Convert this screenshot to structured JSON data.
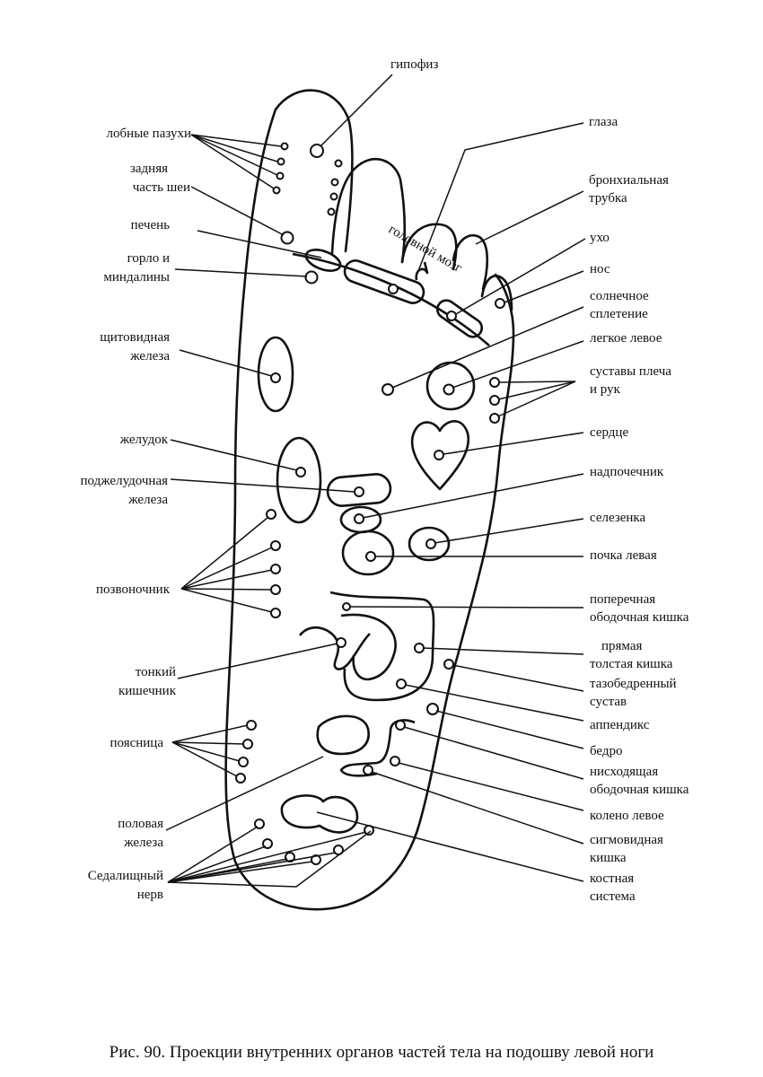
{
  "labels": {
    "gipofiz": "гипофиз",
    "glaza": "глаза",
    "lobnye_1": "лобные пазухи",
    "zadnyaya_1": "задняя",
    "zadnyaya_2": "часть шеи",
    "bronh_1": "бронхиальная",
    "bronh_2": "трубка",
    "pechen": "печень",
    "uho": "ухо",
    "gorlo_1": "горло и",
    "gorlo_2": "миндалины",
    "nos": "нос",
    "solnech_1": "солнечное",
    "solnech_2": "сплетение",
    "shchit_1": "щитовидная",
    "shchit_2": "железа",
    "legkoe": "легкое левое",
    "sustavy_1": "суставы плеча",
    "sustavy_2": "и рук",
    "serdce": "сердце",
    "zheludok": "желудок",
    "nadpochechnik": "надпочечник",
    "podzhel_1": "поджелудочная",
    "podzhel_2": "железа",
    "selezenka": "селезенка",
    "pochka": "почка левая",
    "pozvonochnik": "позвоночник",
    "poperech_1": "поперечная",
    "poperech_2": "ободочная кишка",
    "pryamaya_1": "прямая",
    "pryamaya_2": "толстая кишка",
    "tonkiy_1": "тонкий",
    "tonkiy_2": "кишечник",
    "tazob_1": "тазобедренный",
    "tazob_2": "сустав",
    "appendiks": "аппендикс",
    "poyasnica": "поясница",
    "bedro": "бедро",
    "nishod_1": "нисходящая",
    "nishod_2": "ободочная кишка",
    "polovaya_1": "половая",
    "polovaya_2": "железа",
    "koleno": "колено левое",
    "sigm_1": "сигмовидная",
    "sigm_2": "кишка",
    "sedal_1": "Седалищный",
    "sedal_2": "нерв",
    "kost_1": "костная",
    "kost_2": "система",
    "golovnoy_mozg": "головной мозг"
  },
  "caption": "Рис. 90. Проекции внутренних органов частей тела на подошву левой ноги"
}
